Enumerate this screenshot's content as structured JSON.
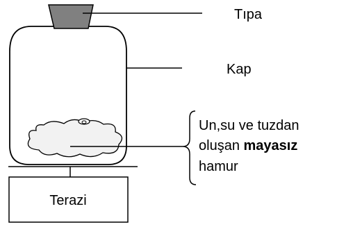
{
  "labels": {
    "stopper": "Tıpa",
    "container": "Kap",
    "dough_line1": "Un,su ve tuzdan",
    "dough_line2_prefix": "oluşan ",
    "dough_line2_bold": "mayasız",
    "dough_line3": "hamur",
    "scale": "Terazi"
  },
  "colors": {
    "stopper_fill": "#808080",
    "stroke": "#000000",
    "dough_fill": "#f2f2f2"
  }
}
